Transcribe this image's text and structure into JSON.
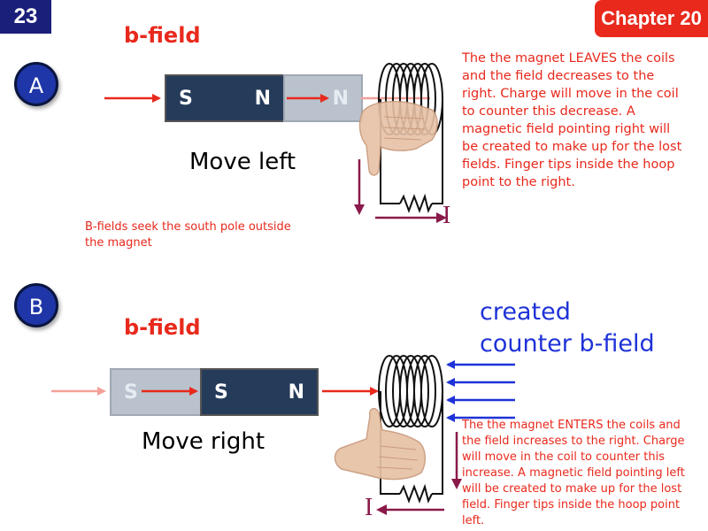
{
  "slide_number": "23",
  "chapter": "Chapter 20",
  "section_a": {
    "badge": "A",
    "heading": "b-field",
    "magnet_s": "S",
    "magnet_n": "N",
    "ghost_n": "N",
    "caption": "Move left",
    "current_label": "I",
    "explanation": "The the magnet LEAVES the coils and the field decreases to the right. Charge will move in the coil to counter this decrease. A magnetic field pointing right will be created to make up for the lost fields. Finger tips inside the hoop point to the right.",
    "side_note": "B-fields seek the south pole outside the magnet"
  },
  "section_b": {
    "badge": "B",
    "heading": "b-field",
    "ghost_s": "S",
    "magnet_s": "S",
    "magnet_n": "N",
    "caption": "Move right",
    "current_label": "I",
    "counter_title_1": "created",
    "counter_title_2": "counter b-field",
    "explanation": "The the magnet ENTERS the coils and the field increases to the right. Charge will move in the coil to counter this increase. A magnetic field pointing left will be created to make up for the lost field. Finger tips inside the hoop point left."
  },
  "colors": {
    "red": "#e8291c",
    "navy": "#1a1f7a",
    "blue": "#1e32d8",
    "maroon": "#8a1a4a",
    "magnet": "#253b5a"
  },
  "icons": [
    "thumb-down-hand-icon",
    "thumb-up-hand-icon",
    "coil-icon",
    "resistor-icon"
  ]
}
